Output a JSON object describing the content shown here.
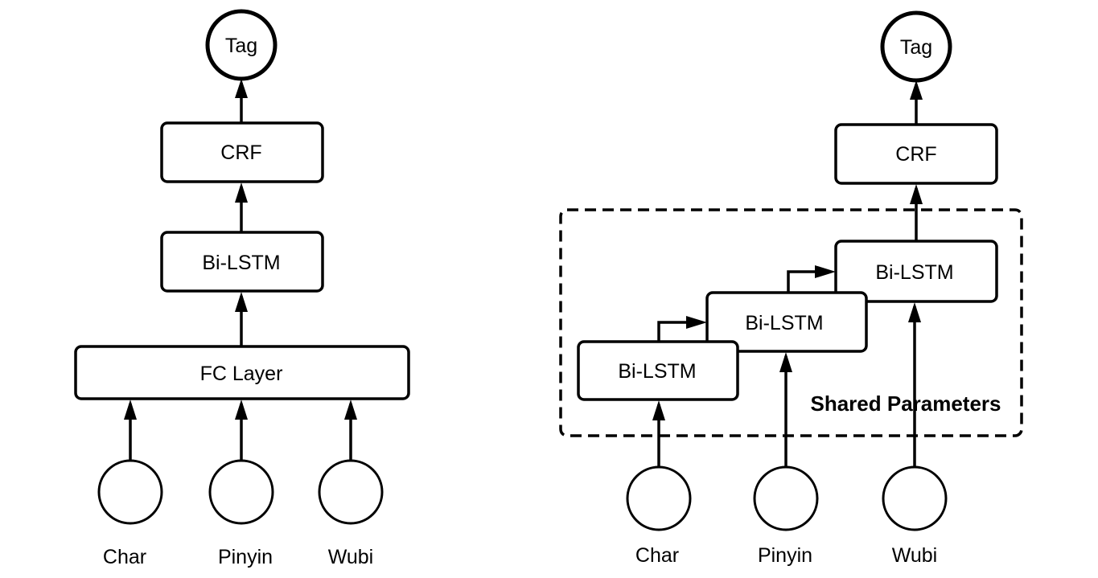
{
  "left": {
    "tag": "Tag",
    "crf": "CRF",
    "bilstm": "Bi-LSTM",
    "fc": "FC Layer",
    "inputs": [
      "Char",
      "Pinyin",
      "Wubi"
    ]
  },
  "right": {
    "tag": "Tag",
    "crf": "CRF",
    "bilstm": [
      "Bi-LSTM",
      "Bi-LSTM",
      "Bi-LSTM"
    ],
    "shared_label": "Shared Parameters",
    "inputs": [
      "Char",
      "Pinyin",
      "Wubi"
    ]
  }
}
